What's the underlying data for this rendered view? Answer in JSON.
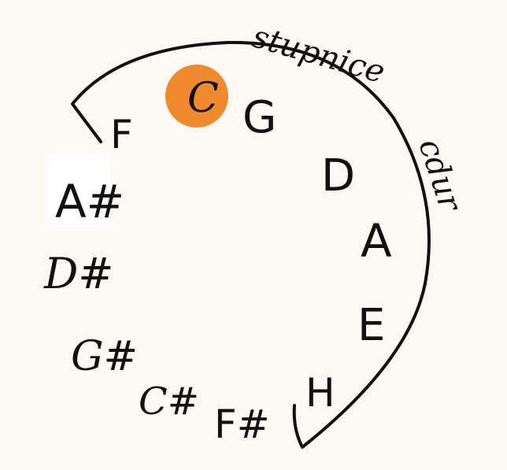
{
  "diagram": {
    "notes": [
      "C",
      "G",
      "D",
      "A",
      "E",
      "H",
      "F#",
      "C#",
      "G#",
      "D#",
      "A#",
      "F"
    ],
    "highlighted_note": "C",
    "highlight_color": "#f08a2e",
    "ink_color": "#111111",
    "label_stupnice": "stupnice",
    "label_cdur": "cdur"
  }
}
